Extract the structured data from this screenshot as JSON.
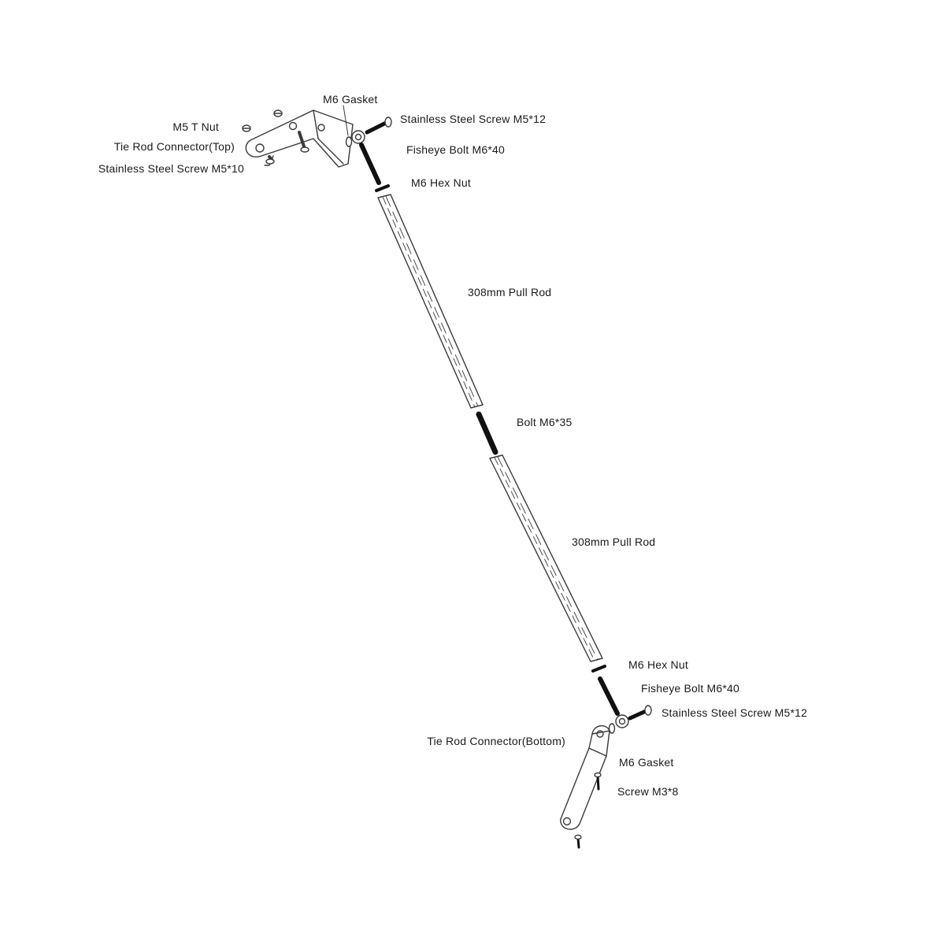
{
  "labels": {
    "m5_t_nut": "M5 T Nut",
    "tie_rod_connector_top": "Tie Rod Connector(Top)",
    "stainless_screw_m5x10": "Stainless Steel Screw M5*10",
    "m6_gasket_top": "M6 Gasket",
    "stainless_screw_m5x12_top": "Stainless Steel Screw M5*12",
    "fisheye_bolt_top": "Fisheye Bolt M6*40",
    "m6_hex_nut_top": "M6 Hex Nut",
    "pull_rod_upper": "308mm Pull Rod",
    "bolt_m6x35": "Bolt M6*35",
    "pull_rod_lower": "308mm Pull Rod",
    "m6_hex_nut_bottom": "M6 Hex Nut",
    "fisheye_bolt_bottom": "Fisheye Bolt M6*40",
    "stainless_screw_m5x12_bottom": "Stainless Steel Screw M5*12",
    "tie_rod_connector_bottom": "Tie Rod Connector(Bottom)",
    "m6_gasket_bottom": "M6 Gasket",
    "screw_m3x8": "Screw M3*8"
  },
  "colors": {
    "line": "#3a3a3a",
    "solid": "#111111",
    "fill": "#ffffff",
    "text": "#1a1a1a"
  }
}
